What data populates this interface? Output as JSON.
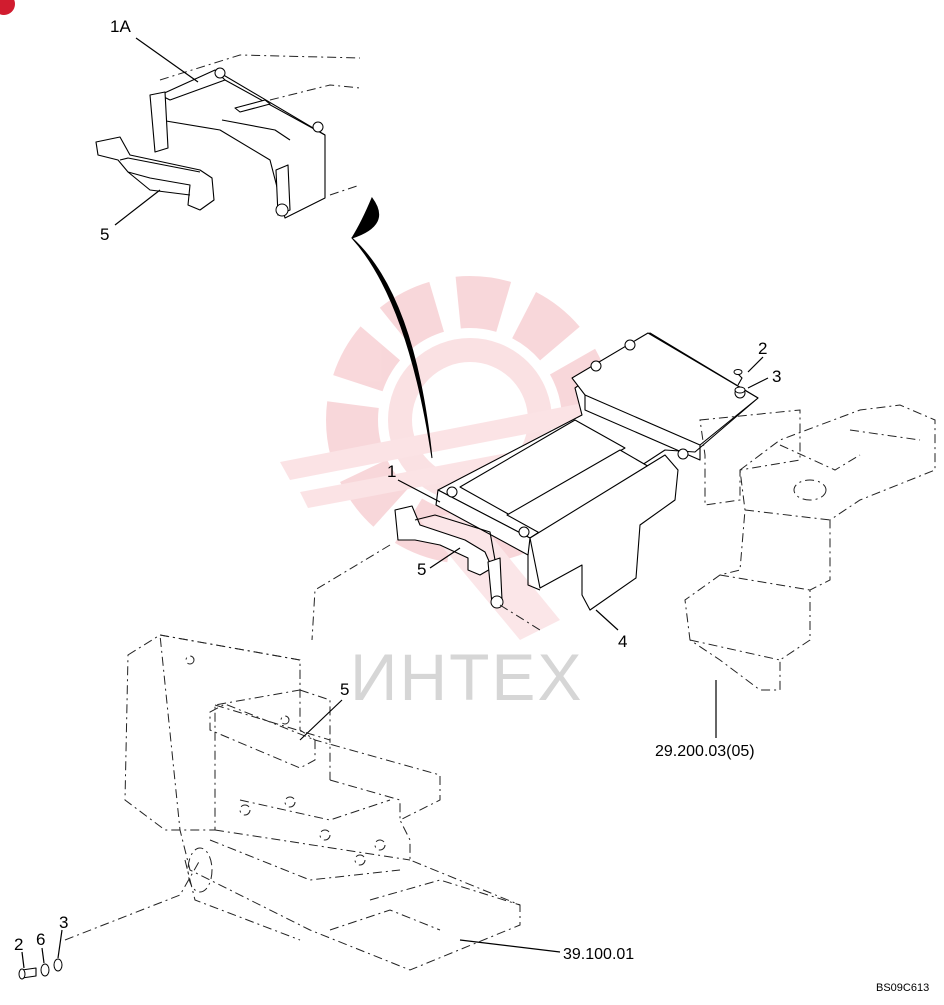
{
  "diagram": {
    "watermark": "ИНТЕХ",
    "figure_code": "BS09C613",
    "callouts": {
      "c1A": "1A",
      "c5_top": "5",
      "c1": "1",
      "c2_right": "2",
      "c3_right": "3",
      "c5_mid": "5",
      "c4": "4",
      "c5_lower": "5",
      "c2_left": "2",
      "c6_left": "6",
      "c3_left": "3"
    },
    "references": {
      "frame_ref": "29.200.03(05)",
      "chassis_ref": "39.100.01"
    }
  }
}
